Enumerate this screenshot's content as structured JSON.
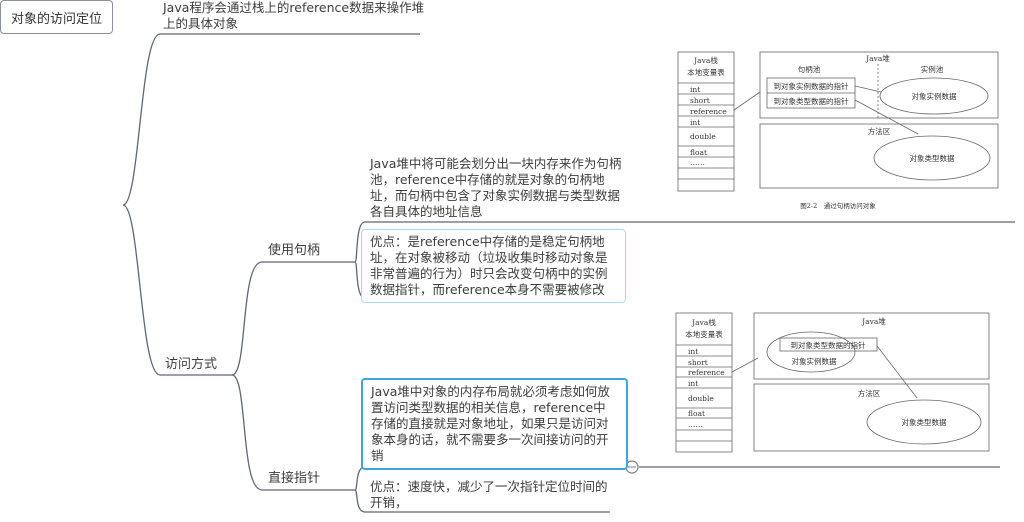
{
  "root": "对象的访问定位",
  "top_note": "Java程序会通过栈上的reference数据来操作堆上的具体对象",
  "access": {
    "label": "访问方式",
    "handle": {
      "label": "使用句柄",
      "desc": "Java堆中将可能会划分出一块内存来作为句柄池，reference中存储的就是对象的句柄地址，而句柄中包含了对象实例数据与类型数据各自具体的地址信息",
      "advantage": "优点：是reference中存储的是稳定句柄地址，在对象被移动（垃圾收集时移动对象是非常普遍的行为）时只会改变句柄中的实例数据指针，而reference本身不需要被修改"
    },
    "direct": {
      "label": "直接指针",
      "desc": "Java堆中对象的内存布局就必须考虑如何放置访问类型数据的相关信息，reference中存储的直接就是对象地址，如果只是访问对象本身的话，就不需要多一次间接访问的开销",
      "advantage": "优点：速度快，减少了一次指针定位时间的开销，"
    }
  },
  "diagram1": {
    "stack_title1": "Java栈",
    "stack_title2": "本地变量表",
    "slots": [
      "int",
      "short",
      "reference",
      "int",
      "double",
      "float",
      "……"
    ],
    "heap": "Java堆",
    "handle_pool": "句柄池",
    "instance_pool": "实例池",
    "ptr_instance": "到对象实例数据的指针",
    "ptr_type": "到对象类型数据的指针",
    "instance_data": "对象实例数据",
    "method_area": "方法区",
    "type_data": "对象类型数据",
    "caption": "图2-2　通过句柄访问对象"
  },
  "diagram2": {
    "stack_title1": "Java栈",
    "stack_title2": "本地变量表",
    "slots": [
      "int",
      "short",
      "reference",
      "int",
      "double",
      "float",
      "……"
    ],
    "heap": "Java堆",
    "ptr_type": "到对象类型数据的指针",
    "instance_data": "对象实例数据",
    "method_area": "方法区",
    "type_data": "对象类型数据"
  },
  "colors": {
    "line": "#5f6673",
    "box_light": "#a6dbf5",
    "box_active": "#3ba6e6"
  }
}
